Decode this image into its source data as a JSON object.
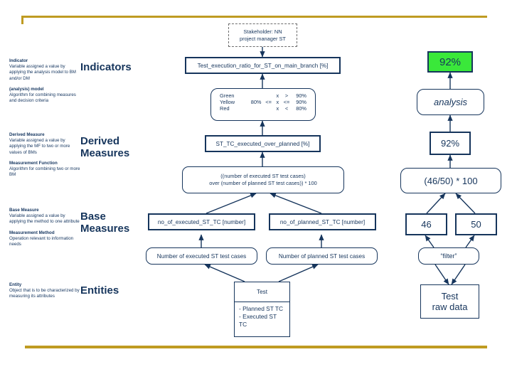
{
  "theme": {
    "accent_gold": "#bf9b22",
    "node_navy": "#16355c",
    "highlight_green": "#3ae83a"
  },
  "definitions": [
    {
      "term": "Indicator",
      "text": "Variable assigned a value by applying the analysis model to BM and/or DM",
      "term2": "(analysis) model",
      "text2": "Algorithm for combining measures and decision criteria"
    },
    {
      "term": "Derived Measure",
      "text": "Variable assigned a value by applying the MF to two or more values of BMs",
      "term2": "Measurement Function",
      "text2": "Algorithm for combining two or more BM"
    },
    {
      "term": "Base Measure",
      "text": "Variable assigned a value by applying the method to one attribute",
      "term2": "Measurement Method",
      "text2": "Operation relevant to information needs"
    },
    {
      "term": "Entity",
      "text": "Object that is to be characterized by measuring its attributes",
      "term2": "",
      "text2": ""
    }
  ],
  "sections": [
    {
      "label": "Indicators"
    },
    {
      "label": "Derived Measures"
    },
    {
      "label": "Base Measures"
    },
    {
      "label": "Entities"
    }
  ],
  "model": {
    "stakeholder": "Stakeholder: NN\nproject manager ST",
    "indicator": "Test_execution_ratio_for_ST_on_main_branch [%]",
    "criteria": {
      "rows": [
        {
          "name": "Green",
          "lo": "",
          "op1": "",
          "x": "x",
          "op2": ">",
          "hi": "90%"
        },
        {
          "name": "Yellow",
          "lo": "80%",
          "op1": "<=",
          "x": "x",
          "op2": "<=",
          "hi": "90%"
        },
        {
          "name": "Red",
          "lo": "",
          "op1": "",
          "x": "x",
          "op2": "<",
          "hi": "80%"
        }
      ]
    },
    "derived_measure": "ST_TC_executed_over_planned  [%]",
    "measurement_function": "((number of executed ST test cases)\nover (number of planned ST test cases)) * 100",
    "base_measure_left": "no_of_executed_ST_TC   [number]",
    "base_measure_right": "no_of_planned_ST_TC   [number]",
    "method_left": "Number of executed ST test cases",
    "method_right": "Number of planned ST test cases",
    "entity": {
      "title": "Test",
      "attributes": "- Planned ST TC\n- Executed ST TC"
    }
  },
  "example": {
    "indicator_value": "92%",
    "analysis": "analysis",
    "derived_value": "92%",
    "function": "(46/50) * 100",
    "base_left": "46",
    "base_right": "50",
    "method": "“filter”",
    "entity": "Test\nraw data"
  }
}
